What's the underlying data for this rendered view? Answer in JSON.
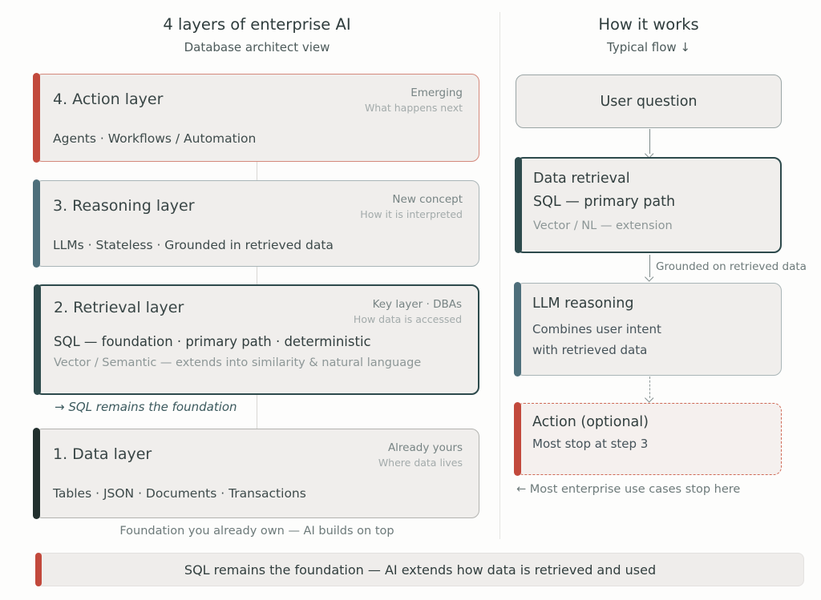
{
  "left": {
    "title": "4 layers of enterprise AI",
    "subtitle": "Database architect view",
    "layers": [
      {
        "title": "4. Action layer",
        "note1": "Emerging",
        "note2": "What happens next",
        "body": "Agents · Workflows / Automation"
      },
      {
        "title": "3. Reasoning layer",
        "note1": "New concept",
        "note2": "How it is interpreted",
        "body": "LLMs · Stateless · Grounded in retrieved data"
      },
      {
        "title": "2. Retrieval layer",
        "note1": "Key layer · DBAs",
        "note2": "How data is accessed",
        "body": "SQL — foundation · primary path · deterministic",
        "body2": "Vector / Semantic — extends into similarity & natural language"
      },
      {
        "title": "1. Data layer",
        "note1": "Already yours",
        "note2": "Where data lives",
        "body": "Tables · JSON · Documents · Transactions"
      }
    ],
    "sql_note": "→ SQL remains the foundation",
    "caption": "Foundation you already own — AI builds on top"
  },
  "right": {
    "title": "How it works",
    "subtitle": "Typical flow ↓",
    "nodes": [
      {
        "title": "User question"
      },
      {
        "title": "Data retrieval",
        "line2": "SQL — primary path",
        "line3": "Vector / NL — extension"
      },
      {
        "title": "LLM reasoning",
        "body1": "Combines user intent",
        "body2": "with retrieved data"
      },
      {
        "title": "Action (optional)",
        "body": "Most stop at step 3"
      }
    ],
    "arrow_label": "Grounded on retrieved data",
    "caption": "← Most enterprise use cases stop here"
  },
  "banner": "SQL remains the foundation — AI extends how data is retrieved and used",
  "colors": {
    "accent_red": "#c2493c",
    "red_border": "#d4897c",
    "accent_slate": "#4e6f7b",
    "accent_teal_dark": "#2d4a4c",
    "accent_ink": "#22302e",
    "box_fill": "#f0eeec"
  }
}
